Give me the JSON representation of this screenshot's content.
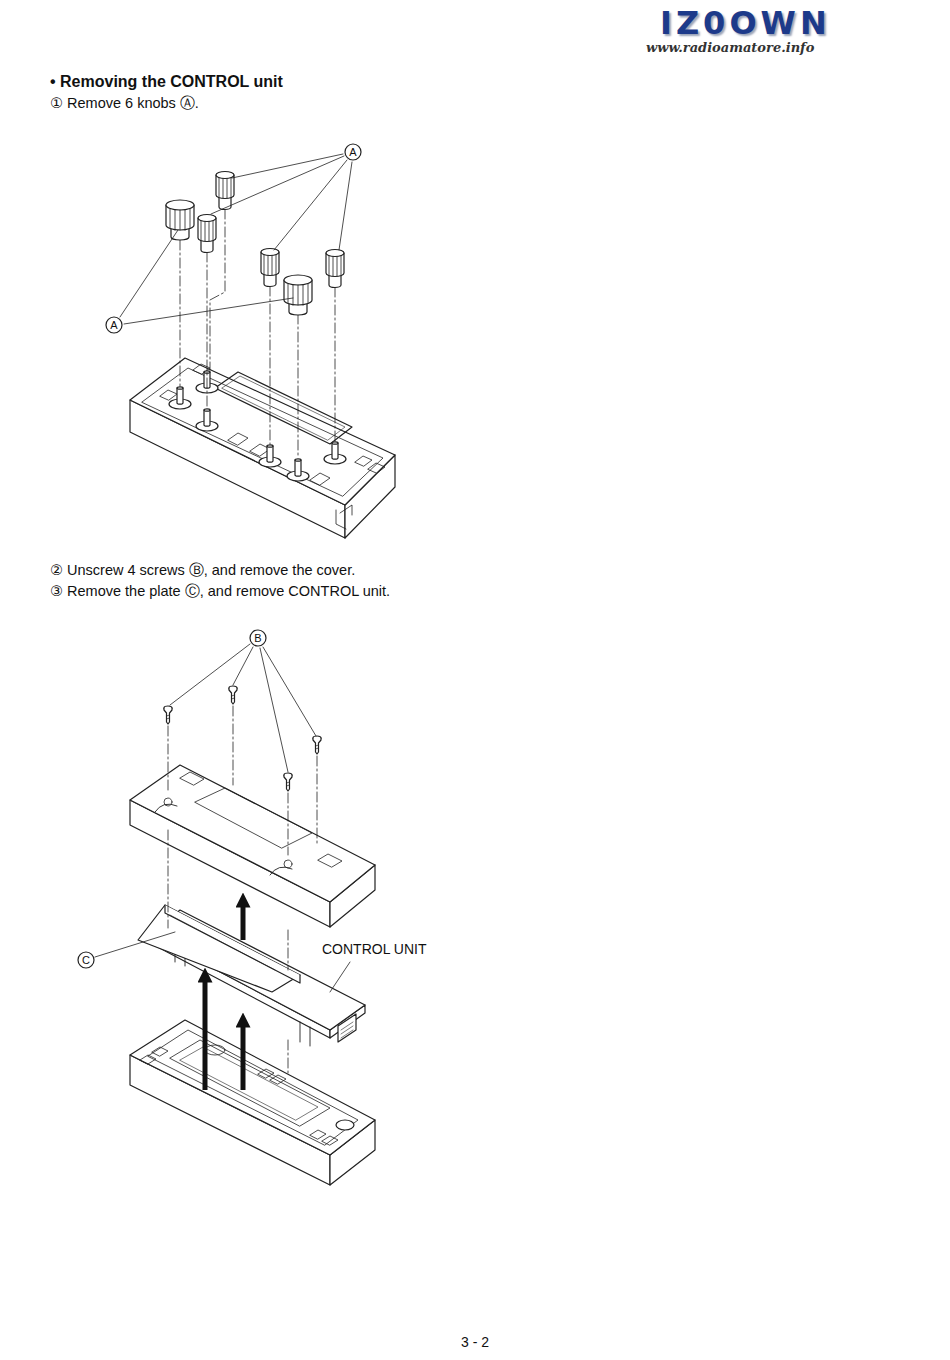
{
  "diagram": {
    "title": "• Removing the CONTROL unit",
    "labels": [
      "IZ0OWN",
      "www.radioamatore.info",
      "① Remove 6 knobs Ⓐ.",
      "A",
      "A",
      "② Unscrew 4 screws Ⓑ, and remove the cover.",
      "③ Remove the plate Ⓒ, and remove CONTROL unit.",
      "B",
      "C",
      "CONTROL UNIT",
      "3 - 2"
    ]
  }
}
